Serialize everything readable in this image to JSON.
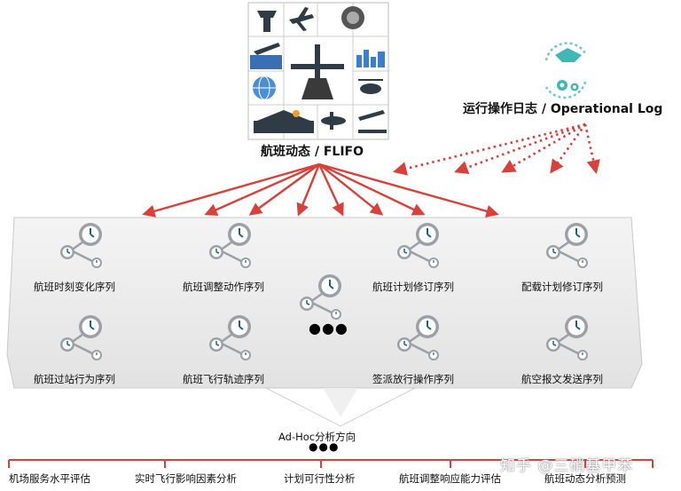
{
  "flifo": {
    "title": "航班动态 / FLIFO"
  },
  "oplog": {
    "title": "运行操作日志 / Operational Log"
  },
  "sequences": [
    "航班时刻变化序列",
    "航班调整动作序列",
    "航班计划修订序列",
    "配载计划修订序列",
    "航班过站行为序列",
    "航班飞行轨迹序列",
    "签派放行操作序列",
    "航空报文发送序列"
  ],
  "more_sequences": "●●●",
  "adhoc": {
    "label": "Ad-Hoc分析方向",
    "more": "●●●"
  },
  "analysis": [
    "机场服务水平评估",
    "实时飞行影响因素分析",
    "计划可行性分析",
    "航班调整响应能力评估",
    "航班动态分析预测"
  ],
  "watermark": "知乎 @三硝基甲苯",
  "colors": {
    "arrow": "#d9403a",
    "clock": "#1f5f8b",
    "node": "#9aa0a6",
    "panel": "#ededed"
  }
}
